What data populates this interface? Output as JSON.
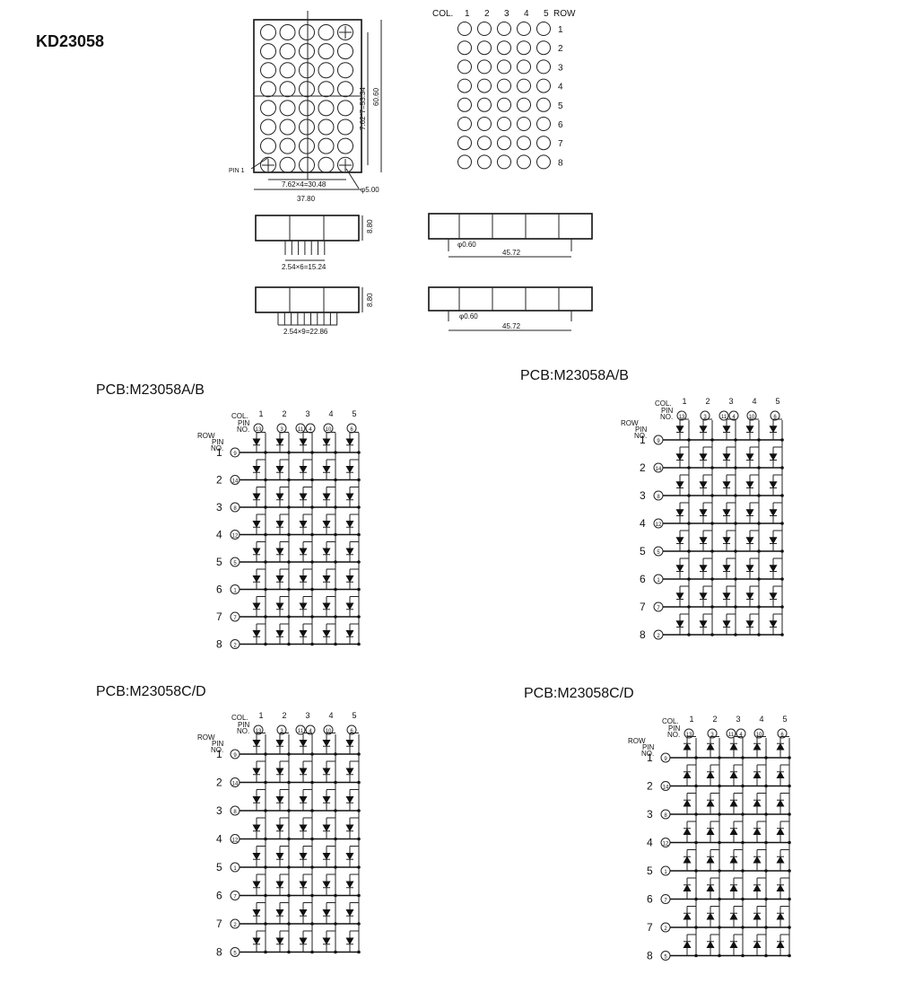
{
  "title": "KD23058",
  "drawing": {
    "pin1_label": "PIN 1",
    "dim_pitch_x": "7.62×4=30.48",
    "dim_width": "37.80",
    "dim_pitch_y": "7.62*7=53.34",
    "dim_height": "60.60",
    "dim_dot": "φ5.00",
    "dim_depth_1": "8.80",
    "dim_depth_2": "8.80",
    "dim_pins_1": "2.54×6=15.24",
    "dim_pins_2": "2.54×9=22.86",
    "dim_pin_dia_1": "φ0.60",
    "dim_pin_dia_2": "φ0.60",
    "dim_length_1": "45.72",
    "dim_length_2": "45.72"
  },
  "grid": {
    "col_label": "COL.",
    "row_label": "ROW",
    "cols": [
      "1",
      "2",
      "3",
      "4",
      "5"
    ],
    "rows": [
      "1",
      "2",
      "3",
      "4",
      "5",
      "6",
      "7",
      "8"
    ]
  },
  "schematic_text": {
    "col": "COL.",
    "pin": "PIN",
    "no": "NO.",
    "row": "ROW"
  },
  "schematics": [
    {
      "label": "PCB:M23058A/B",
      "col_pins": [
        "13",
        "3",
        "11",
        "4",
        "10",
        "6"
      ],
      "rows": [
        {
          "row": "1",
          "pin": "9"
        },
        {
          "row": "2",
          "pin": "14"
        },
        {
          "row": "3",
          "pin": "8"
        },
        {
          "row": "4",
          "pin": "12"
        },
        {
          "row": "5",
          "pin": "5"
        },
        {
          "row": "6",
          "pin": "1"
        },
        {
          "row": "7",
          "pin": "7"
        },
        {
          "row": "8",
          "pin": "2"
        }
      ]
    },
    {
      "label": "PCB:M23058A/B",
      "col_pins": [
        "13",
        "3",
        "11",
        "4",
        "10",
        "6"
      ],
      "rows": [
        {
          "row": "1",
          "pin": "9"
        },
        {
          "row": "2",
          "pin": "14"
        },
        {
          "row": "3",
          "pin": "8"
        },
        {
          "row": "4",
          "pin": "12"
        },
        {
          "row": "5",
          "pin": "5"
        },
        {
          "row": "6",
          "pin": "1"
        },
        {
          "row": "7",
          "pin": "7"
        },
        {
          "row": "8",
          "pin": "2"
        }
      ]
    },
    {
      "label": "PCB:M23058C/D",
      "col_pins": [
        "13",
        "3",
        "11",
        "4",
        "10",
        "6"
      ],
      "rows": [
        {
          "row": "1",
          "pin": "9"
        },
        {
          "row": "2",
          "pin": "14"
        },
        {
          "row": "3",
          "pin": "8"
        },
        {
          "row": "4",
          "pin": "12"
        },
        {
          "row": "5",
          "pin": "1"
        },
        {
          "row": "6",
          "pin": "7"
        },
        {
          "row": "7",
          "pin": "2"
        },
        {
          "row": "8",
          "pin": "5"
        }
      ]
    },
    {
      "label": "PCB:M23058C/D",
      "col_pins": [
        "13",
        "3",
        "11",
        "4",
        "10",
        "6"
      ],
      "rows": [
        {
          "row": "1",
          "pin": "9"
        },
        {
          "row": "2",
          "pin": "14"
        },
        {
          "row": "3",
          "pin": "8"
        },
        {
          "row": "4",
          "pin": "12"
        },
        {
          "row": "5",
          "pin": "1"
        },
        {
          "row": "6",
          "pin": "7"
        },
        {
          "row": "7",
          "pin": "2"
        },
        {
          "row": "8",
          "pin": "5"
        }
      ]
    }
  ]
}
